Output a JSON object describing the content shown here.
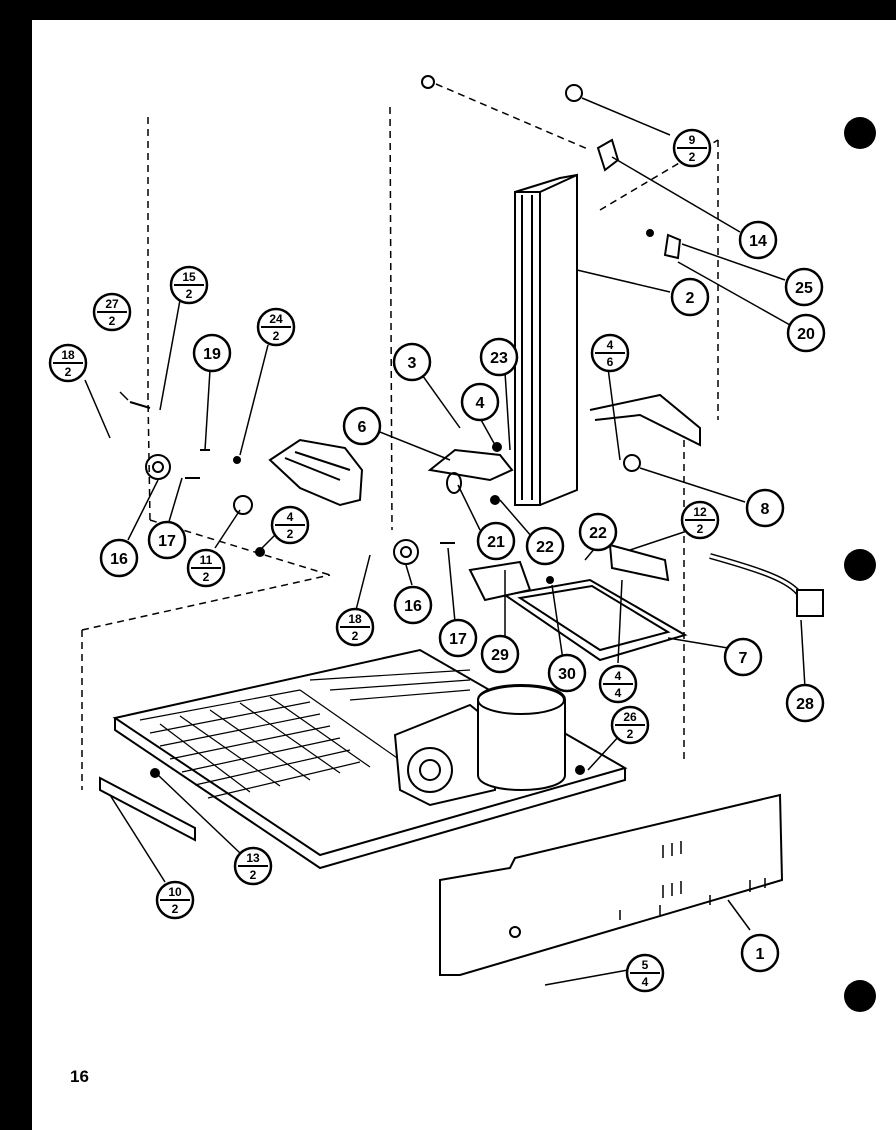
{
  "page": {
    "number": "16"
  },
  "callouts": [
    {
      "id": "c-9-2",
      "label": "9",
      "sub": "2"
    },
    {
      "id": "c-14",
      "label": "14"
    },
    {
      "id": "c-25",
      "label": "25"
    },
    {
      "id": "c-20",
      "label": "20"
    },
    {
      "id": "c-2",
      "label": "2"
    },
    {
      "id": "c-4-6",
      "label": "4",
      "sub": "6"
    },
    {
      "id": "c-8",
      "label": "8"
    },
    {
      "id": "c-12-2",
      "label": "12",
      "sub": "2"
    },
    {
      "id": "c-28",
      "label": "28"
    },
    {
      "id": "c-7",
      "label": "7"
    },
    {
      "id": "c-4-4",
      "label": "4",
      "sub": "4"
    },
    {
      "id": "c-30",
      "label": "30"
    },
    {
      "id": "c-29",
      "label": "29"
    },
    {
      "id": "c-22a",
      "label": "22"
    },
    {
      "id": "c-22b",
      "label": "22"
    },
    {
      "id": "c-21",
      "label": "21"
    },
    {
      "id": "c-23",
      "label": "23"
    },
    {
      "id": "c-4",
      "label": "4"
    },
    {
      "id": "c-3",
      "label": "3"
    },
    {
      "id": "c-6",
      "label": "6"
    },
    {
      "id": "c-17b",
      "label": "17"
    },
    {
      "id": "c-16b",
      "label": "16"
    },
    {
      "id": "c-18-2b",
      "label": "18",
      "sub": "2"
    },
    {
      "id": "c-27-2",
      "label": "27",
      "sub": "2"
    },
    {
      "id": "c-15-2",
      "label": "15",
      "sub": "2"
    },
    {
      "id": "c-18-2a",
      "label": "18",
      "sub": "2"
    },
    {
      "id": "c-19",
      "label": "19"
    },
    {
      "id": "c-24-2",
      "label": "24",
      "sub": "2"
    },
    {
      "id": "c-16a",
      "label": "16"
    },
    {
      "id": "c-17a",
      "label": "17"
    },
    {
      "id": "c-11-2",
      "label": "11",
      "sub": "2"
    },
    {
      "id": "c-4-2",
      "label": "4",
      "sub": "2"
    },
    {
      "id": "c-26-2",
      "label": "26",
      "sub": "2"
    },
    {
      "id": "c-13-2",
      "label": "13",
      "sub": "2"
    },
    {
      "id": "c-10-2",
      "label": "10",
      "sub": "2"
    },
    {
      "id": "c-1",
      "label": "1"
    },
    {
      "id": "c-5-4",
      "label": "5",
      "sub": "4"
    }
  ]
}
